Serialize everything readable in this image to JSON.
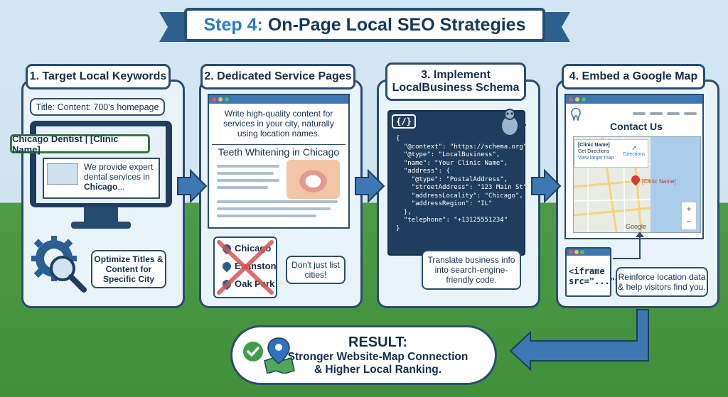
{
  "title": {
    "step": "Step 4:",
    "text": "On-Page Local SEO Strategies"
  },
  "panels": [
    {
      "heading": "1. Target Local Keywords",
      "callout": "Title: Content: 700's homepage",
      "title_tag": "Chicago Dentist | [Clinic Name]",
      "content_pre": "We provide expert dental services in",
      "content_city": "Chicago",
      "content_post": "...",
      "note": "Optimize Titles & Content for Specific City"
    },
    {
      "heading": "2. Dedicated Service Pages",
      "intro": "Write high-quality content for services in your city, naturally using location names.",
      "page_title": "Teeth Whitening in Chicago",
      "cities": [
        "Chicago",
        "Evanston",
        "Oak Park"
      ],
      "note": "Don't just list cities!"
    },
    {
      "heading": "3. Implement LocalBusiness Schema",
      "code_icon": "{/}",
      "code": "{\n  \"@context\": \"https://schema.org\",\n  \"@type\": \"LocalBusiness\",\n  \"name\": \"Your Clinic Name\",\n  \"address\": {\n    \"@type\": \"PostalAddress\",\n    \"streetAddress\": \"123 Main St\",\n    \"addressLocality\": \"Chicago\",\n    \"addressRegion\": \"IL\"\n  },\n  \"telephone\": \"+13125551234\"\n}",
      "note": "Translate business info into search-engine-friendly code."
    },
    {
      "heading": "4. Embed a Google Map",
      "page_title": "Contact Us",
      "card_name": "[Clinic Name]",
      "card_directions": "Get Directions",
      "card_link": "View larger map",
      "directions_label": "Directions",
      "pin_label": "[Clinic Name]",
      "zoom_in": "+",
      "zoom_out": "−",
      "map_brand": "Google",
      "code_line1": "<iframe",
      "code_line2": "src=\"...\">",
      "note": "Reinforce location data & help visitors find you."
    }
  ],
  "result": {
    "heading": "RESULT:",
    "line1": "Stronger Website-Map Connection",
    "line2": "& Higher Local Ranking."
  },
  "colors": {
    "navy": "#2b4d6f",
    "accent_blue": "#2e7bc4",
    "sky": "#cfe3f1",
    "grass": "#4e9a45",
    "check_green": "#3f9e4a",
    "map_pin": "#d83a2e"
  }
}
